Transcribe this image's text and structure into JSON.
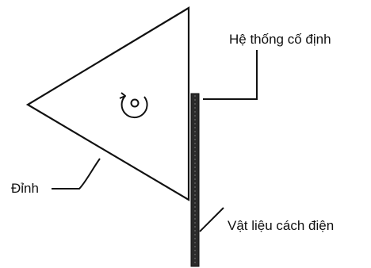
{
  "labels": {
    "fixed_system": "Hệ thống cố định",
    "vertex": "Đỉnh",
    "insulating_material": "Vật liệu cách điện"
  },
  "icons": {
    "rotation": "counterclockwise-rotation-arrow-icon"
  },
  "colors": {
    "ink": "#111111",
    "background": "#ffffff"
  }
}
